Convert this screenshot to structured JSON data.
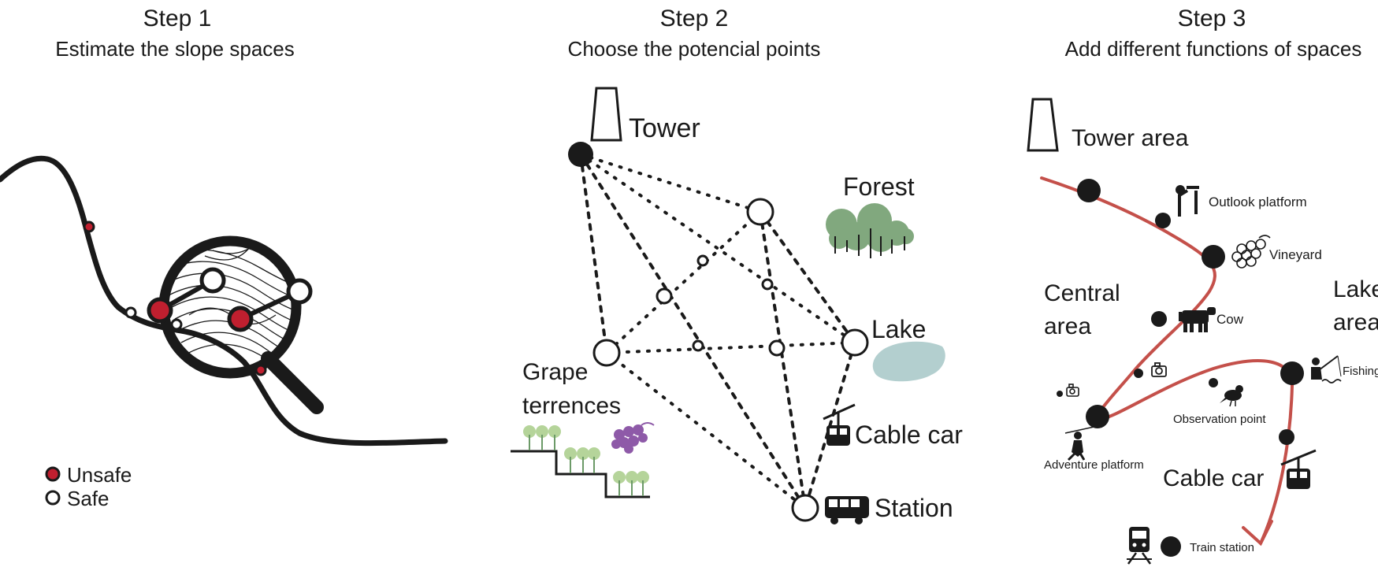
{
  "step1": {
    "title": "Step 1",
    "subtitle": "Estimate the slope spaces",
    "legend": {
      "unsafe": "Unsafe",
      "safe": "Safe"
    }
  },
  "step2": {
    "title": "Step  2",
    "subtitle": "Choose the  potencial points",
    "labels": {
      "tower": "Tower",
      "forest": "Forest",
      "lake": "Lake",
      "grape_line1": "Grape",
      "grape_line2": "terrences",
      "cable_car": "Cable car",
      "station": "Station"
    }
  },
  "step3": {
    "title": "Step  3",
    "subtitle": "Add different  functions of spaces",
    "labels": {
      "tower_area": "Tower area",
      "outlook": "Outlook platform",
      "vineyard": "Vineyard",
      "central_line1": "Central",
      "central_line2": "area",
      "lake_line1": "Lake",
      "lake_line2": "area",
      "cow": "Cow",
      "fishing": "Fishing",
      "observation": "Observation point",
      "adventure": "Adventure platform",
      "cable_car": "Cable car",
      "train_station": "Train station"
    }
  },
  "colors": {
    "unsafe_red": "#c01f2f",
    "route_red": "#c4504a",
    "forest_green": "#6c9a68",
    "lake_blue": "#b3cfcf",
    "grape_purple": "#8e5aa8",
    "tree_green": "#b5d49a",
    "ink": "#1a1a1a"
  }
}
